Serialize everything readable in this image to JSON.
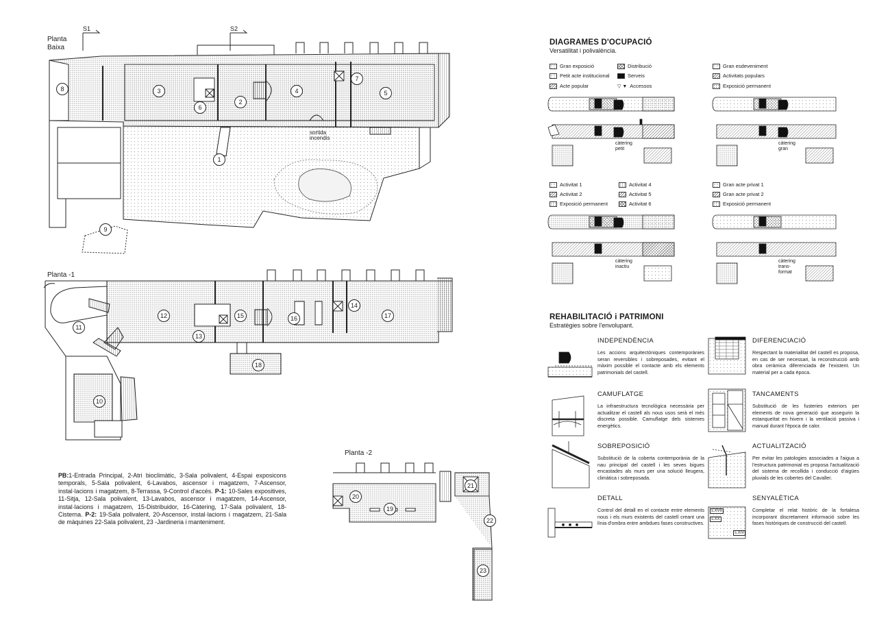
{
  "plans": {
    "ground": {
      "title_l1": "Planta",
      "title_l2": "Baixa",
      "s1": "S1",
      "s2": "S2",
      "exit_l1": "sortida",
      "exit_l2": "incendis",
      "rooms": [
        "1",
        "2",
        "3",
        "4",
        "5",
        "6",
        "7",
        "8",
        "9"
      ]
    },
    "level_minus1": {
      "title": "Planta -1",
      "rooms": [
        "10",
        "11",
        "12",
        "13",
        "14",
        "15",
        "16",
        "17",
        "18"
      ]
    },
    "level_minus2": {
      "title": "Planta -2",
      "rooms": [
        "19",
        "20",
        "21",
        "22",
        "23"
      ]
    }
  },
  "legend": {
    "pb_label": "PB:",
    "pb_text": "1-Entrada Principal, 2-Atri bioclimàtic, 3-Sala polivalent, 4-Espai exposicons temporals, 5-Sala polivalent, 6-Lavabos, ascensor i magatzem, 7-Ascensor, instal·lacions i magatzem, 8-Terrassa, 9-Control d'accés.",
    "p1_label": "P-1:",
    "p1_text": "10-Sales expositives, 11-Sitja, 12-Sala polivalent, 13-Lavabos, ascensor i magatzem, 14-Ascensor, instal·lacions i magatzem, 15-Distribuidor, 16-Càtering, 17-Sala polivalent, 18-Cisterna.",
    "p2_label": "P-2:",
    "p2_text": "19-Sala polivalent, 20-Ascensor, instal·lacions i magatzem, 21-Sala de màquines 22-Sala polivalent, 23 -Jardineria i manteniment."
  },
  "occupancy": {
    "title": "DIAGRAMES D'OCUPACIÓ",
    "subtitle": "Versatilitat i polivalència.",
    "block1": [
      "Gran exposició",
      "Petit acte institucional",
      "Acte popular"
    ],
    "block1b": [
      "Distribució",
      "Serveis",
      "Accessos"
    ],
    "block2": [
      "Gran esdeveniment",
      "Activitats populars",
      "Exposició permanent"
    ],
    "block3": [
      "Activitat 1",
      "Activitat 2",
      "Exposició permanent"
    ],
    "block3b": [
      "Activitat 4",
      "Activitat 5",
      "Activitat 6"
    ],
    "block4": [
      "Gran acte privat 1",
      "Gran acte privat 2",
      "Exposició permanent"
    ],
    "catering1_l1": "càtering",
    "catering1_l2": "petit",
    "catering2_l1": "càtering",
    "catering2_l2": "gran",
    "catering3_l1": "càtering",
    "catering3_l2": "inactiu",
    "catering4_l1": "càtering",
    "catering4_l2": "trans-",
    "catering4_l3": "format"
  },
  "rehab": {
    "title": "REHABILITACIÓ i PATRIMONI",
    "subtitle": "Estratègies sobre l'envolupant.",
    "items": [
      {
        "title": "INDEPENDÈNCIA",
        "text": "Les accions arquitectòniques contemporànies seran reversibles i sobreposades, evitant el màxim possible el contacte amb els elements patrimonials del castell."
      },
      {
        "title": "DIFERENCIACIÓ",
        "text": "Respectant la materialitat del castell es proposa, en cas de ser necessari, la reconstrucció amb obra ceràmica diferenciada de l'existent. Un material per a cada època."
      },
      {
        "title": "CAMUFLATGE",
        "text": "La infraestructura tecnològica necessària per actualitzar el castell als nous usos serà el més discreta possible. Camuflatge dels sistemes energètics."
      },
      {
        "title": "TANCAMENTS",
        "text": "Substitució de les fusteries exteriors per elements de nova generació que assegurin la estanqueïtat en hivern i la ventilació passiva i manual durant l'època de calor."
      },
      {
        "title": "SOBREPOSICIÓ",
        "text": "Substitució de la coberta contemporània de la nau principal del castell i les seves bigues encastades als murs per una solució lleugera, climàtica i sobreposada."
      },
      {
        "title": "ACTUALITZACIÓ",
        "text": "Per evitar les patologies associades a l'aigua a l'estructura patrimonial es proposa l'actualització del sistema de recollida i conducció d'aigües pluvials de les cobertes del Cavaller."
      },
      {
        "title": "DETALL",
        "text": "Control del detall en el contacte entre elements nous i els murs existents del castell creant una línia d'ombra entre ambdues fases constructives."
      },
      {
        "title": "SENYALÈTICA",
        "text": "Completar el relat històric de la fortalesa incorporant discretament informació sobre les fases històriques de construcció del castell."
      }
    ],
    "senyaletica_tags": [
      "s.XVII",
      "s.XX",
      "s.XIV"
    ]
  }
}
